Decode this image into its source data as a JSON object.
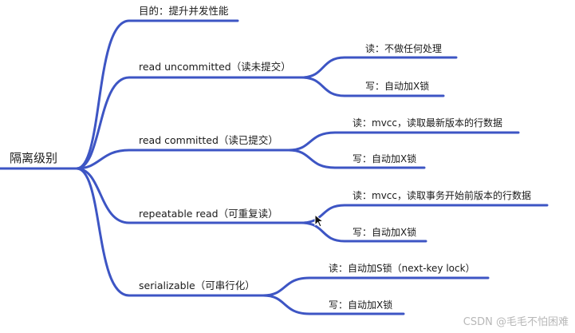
{
  "root": {
    "label": "隔离级别"
  },
  "branches": [
    {
      "label": "目的：提升并发性能",
      "children": []
    },
    {
      "label": "read uncommitted（读未提交）",
      "children": [
        {
          "label": "读：不做任何处理"
        },
        {
          "label": "写：自动加X锁"
        }
      ]
    },
    {
      "label": "read committed（读已提交）",
      "children": [
        {
          "label": "读：mvcc，读取最新版本的行数据"
        },
        {
          "label": "写：自动加X锁"
        }
      ]
    },
    {
      "label": "repeatable read（可重复读）",
      "children": [
        {
          "label": "读：mvcc，读取事务开始前版本的行数据"
        },
        {
          "label": "写：自动加X锁"
        }
      ]
    },
    {
      "label": "serializable（可串行化）",
      "children": [
        {
          "label": "读：自动加S锁（next-key lock）"
        },
        {
          "label": "写：自动加X锁"
        }
      ]
    }
  ],
  "watermark": "CSDN @毛毛不怕困难",
  "colors": {
    "edge": "#3d55c4"
  }
}
